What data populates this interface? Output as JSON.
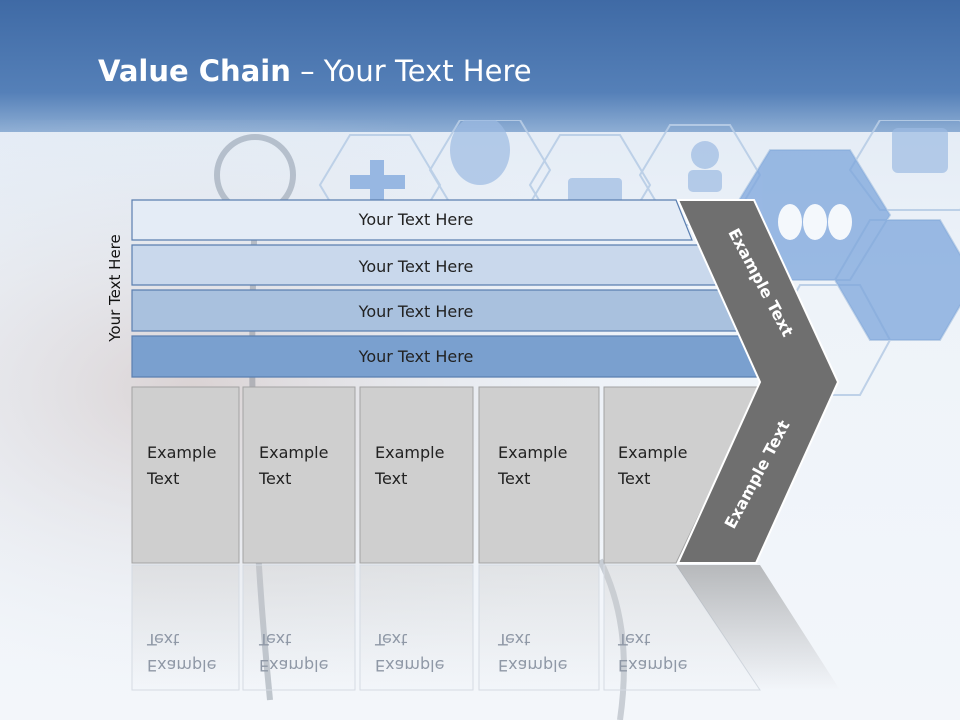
{
  "slide": {
    "title_bold": "Value Chain",
    "title_rest": " – Your Text Here",
    "side_label": "Your Text Here"
  },
  "rows": [
    {
      "label": "Your Text Here",
      "fill": "#e4ecf6"
    },
    {
      "label": "Your Text Here",
      "fill": "#c9d8ec"
    },
    {
      "label": "Your Text Here",
      "fill": "#a9c1de"
    },
    {
      "label": "Your Text Here",
      "fill": "#7aa0cf"
    }
  ],
  "boxes": [
    {
      "line1": "Example",
      "line2": "Text"
    },
    {
      "line1": "Example",
      "line2": "Text"
    },
    {
      "line1": "Example",
      "line2": "Text"
    },
    {
      "line1": "Example",
      "line2": "Text"
    },
    {
      "line1": "Example",
      "line2": "Text"
    }
  ],
  "chevron": {
    "upper_label": "Example Text",
    "lower_label": "Example Text",
    "fill": "#6f6f6f"
  },
  "box_fill": "#cfcfcf"
}
